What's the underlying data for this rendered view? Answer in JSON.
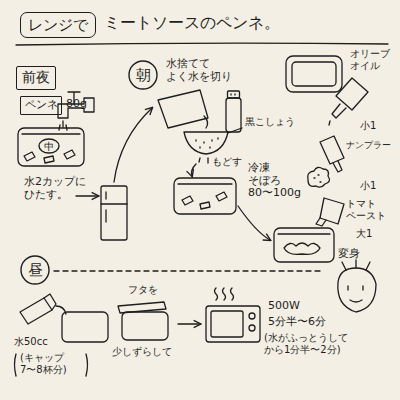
{
  "diagram": {
    "title": "ミートソースのペンネ。",
    "nodes": [
      {
        "text": [
          "レンジで"
        ]
      },
      {
        "text": [
          "前夜"
        ]
      },
      {
        "text": [
          "ペンネ",
          "80g"
        ]
      },
      {
        "text": [
          "中"
        ]
      },
      {
        "text": [
          "朝"
        ]
      },
      {
        "text": [
          "昼"
        ]
      }
    ],
    "labels": [
      "水2カップに ひたす。",
      "水捨てて よく水を切り",
      "もどす",
      "黒こしょう",
      "オリーブ オイル",
      "小1",
      "ナンプラー",
      "小1",
      "冷凍 そぼろ 80〜100g",
      "トマト ペースト",
      "大1",
      "変身",
      "水50cc",
      "(キャップ 7〜8杯分)",
      "フタを",
      "少しずらして",
      "500W",
      "5分半〜6分",
      "(水がふっとうして から1分半〜2分)"
    ]
  }
}
